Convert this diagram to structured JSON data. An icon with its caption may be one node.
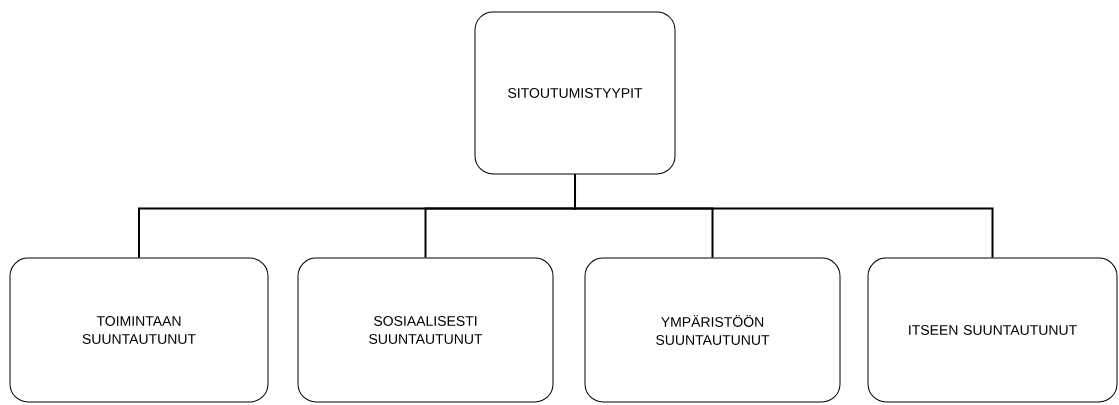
{
  "diagram": {
    "nodes": [
      {
        "text": [
          "SITOUTUMISTYYPIT"
        ]
      },
      {
        "text": [
          "TOIMINTAAN SUUNTAUTUNUT"
        ]
      },
      {
        "text": [
          "SOSIAALISESTI SUUNTAUTUNUT"
        ]
      },
      {
        "text": [
          "YMPÄRISTÖÖN SUUNTAUTUNUT"
        ]
      },
      {
        "text": [
          "ITSEEN SUUNTAUTUNUT"
        ]
      }
    ],
    "edges": [
      {
        "from": 0,
        "to": 1,
        "arrow": "none"
      },
      {
        "from": 0,
        "to": 2,
        "arrow": "none"
      },
      {
        "from": 0,
        "to": 3,
        "arrow": "none"
      },
      {
        "from": 0,
        "to": 4,
        "arrow": "none"
      }
    ]
  }
}
